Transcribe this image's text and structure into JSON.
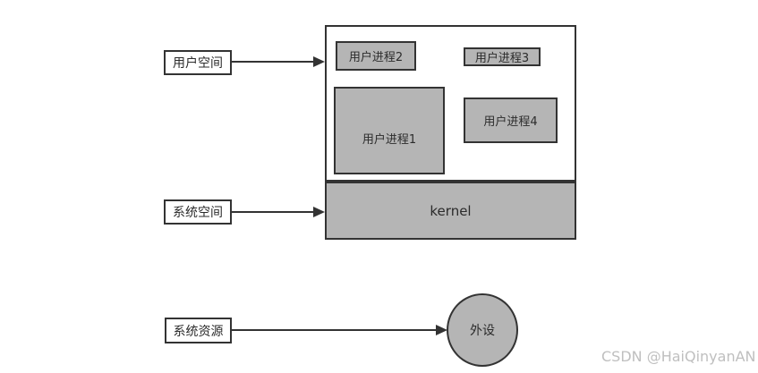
{
  "diagram": {
    "type": "os-memory-layout",
    "labels": {
      "user_space": "用户空间",
      "system_space": "系统空间",
      "system_resource": "系统资源"
    },
    "memory_map": {
      "processes": [
        {
          "id": 1,
          "label": "用户进程1"
        },
        {
          "id": 2,
          "label": "用户进程2"
        },
        {
          "id": 3,
          "label": "用户进程3"
        },
        {
          "id": 4,
          "label": "用户进程4"
        }
      ],
      "kernel_label": "kernel"
    },
    "peripheral_label": "外设",
    "watermark": "CSDN @HaiQinyanAN",
    "colors": {
      "background": "#ffffff",
      "node_fill": "#b5b5b5",
      "border": "#333333",
      "text": "#2b2b2b",
      "watermark": "#bfbfbf"
    }
  }
}
